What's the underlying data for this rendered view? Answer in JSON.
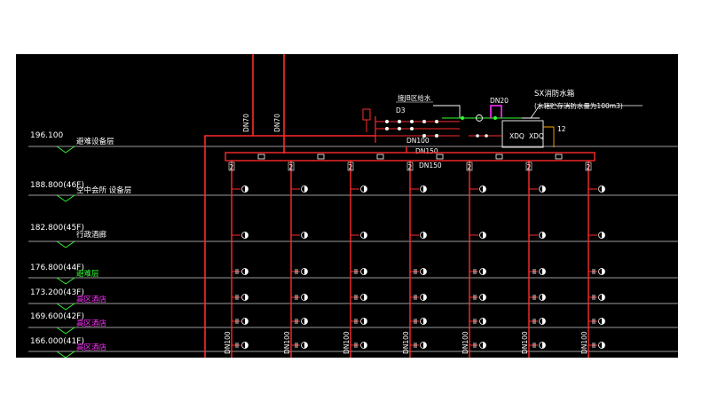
{
  "levels": [
    {
      "elev": "196.100",
      "zone": "避难设备层",
      "zone_color": "white"
    },
    {
      "elev": "188.800(46F)",
      "zone": "空中会所 设备层",
      "zone_color": "white"
    },
    {
      "elev": "182.800(45F)",
      "zone": "行政酒廊",
      "zone_color": "white"
    },
    {
      "elev": "176.800(44F)",
      "zone": "避难层",
      "zone_color": "green"
    },
    {
      "elev": "173.200(43F)",
      "zone": "高区酒店",
      "zone_color": "magenta"
    },
    {
      "elev": "169.600(42F)",
      "zone": "高区酒店",
      "zone_color": "magenta"
    },
    {
      "elev": "166.000(41F)",
      "zone": "高区酒店",
      "zone_color": "magenta"
    }
  ],
  "labels": {
    "dn70_a": "DN70",
    "dn70_b": "DN70",
    "supply": "接JB区给水",
    "d3": "D3",
    "dn20": "DN20",
    "tank_title": "SX消防水箱",
    "tank_note": "(水箱贮存消防水量为100m3)",
    "dn100_main": "DN100",
    "dn150_main": "DN150",
    "xdq1": "XDQ",
    "xdq2": "XDQ",
    "l12": "12",
    "riser_num": "2",
    "riser_size": "DN100"
  },
  "colors": {
    "background": "#000000",
    "pipe": "#ff2a2a",
    "level_line": "#ffffff",
    "zone_green": "#33ff33",
    "zone_magenta": "#ff33ff",
    "connector": "#ff33ff",
    "valve_green": "#33ff33"
  }
}
